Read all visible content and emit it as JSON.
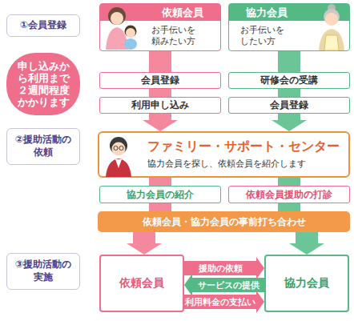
{
  "diagram": {
    "nodes": [
      {
        "text": [
          "①会員登録"
        ]
      },
      {
        "text": [
          "依頼会員",
          "お手伝いを 頼みたい方"
        ]
      },
      {
        "text": [
          "協力会員",
          "お手伝いを したい方"
        ]
      },
      {
        "text": [
          "申し込みか ら利用まで ２週間程度 かかります"
        ]
      },
      {
        "text": [
          "会員登録"
        ]
      },
      {
        "text": [
          "研修会の受講"
        ]
      },
      {
        "text": [
          "利用申し込み"
        ]
      },
      {
        "text": [
          "会員登録"
        ]
      },
      {
        "text": [
          "②援助活動の 依頼"
        ]
      },
      {
        "text": [
          "ファミリー・サポート・センター",
          "協力会員を探し、依頼会員を紹介します"
        ]
      },
      {
        "text": [
          "協力会員の紹介"
        ]
      },
      {
        "text": [
          "依頼会員援助の打診"
        ]
      },
      {
        "text": [
          "依頼会員・協力会員の事前打ち合わせ"
        ]
      },
      {
        "text": [
          "③援助活動の 実施"
        ]
      },
      {
        "text": [
          "依頼会員"
        ]
      },
      {
        "text": [
          "協力会員"
        ]
      }
    ],
    "edges": [
      {
        "from": 1,
        "to": 4,
        "arrow": "none"
      },
      {
        "from": 4,
        "to": 6,
        "arrow": "none"
      },
      {
        "from": 6,
        "to": 9,
        "arrow": "to"
      },
      {
        "from": 9,
        "to": 10,
        "arrow": "none"
      },
      {
        "from": 10,
        "to": 12,
        "arrow": "none"
      },
      {
        "from": 12,
        "to": 14,
        "arrow": "to"
      },
      {
        "from": 2,
        "to": 5,
        "arrow": "none"
      },
      {
        "from": 5,
        "to": 7,
        "arrow": "none"
      },
      {
        "from": 7,
        "to": 9,
        "arrow": "to"
      },
      {
        "from": 9,
        "to": 11,
        "arrow": "none"
      },
      {
        "from": 11,
        "to": 12,
        "arrow": "none"
      },
      {
        "from": 12,
        "to": 15,
        "arrow": "to"
      },
      {
        "from": 14,
        "to": 15,
        "arrow": "to",
        "label": "援助の依頼"
      },
      {
        "from": 15,
        "to": 14,
        "arrow": "to",
        "label": "サービスの提供"
      },
      {
        "from": 14,
        "to": 15,
        "arrow": "to",
        "label": "利用料金の支払い"
      }
    ]
  }
}
